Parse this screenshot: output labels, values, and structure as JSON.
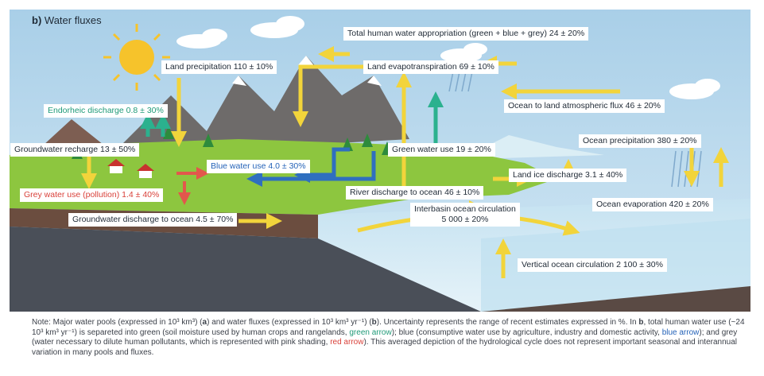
{
  "panel": {
    "letter": "b)",
    "title": "Water fluxes"
  },
  "labels": {
    "total_human": "Total human water appropriation (green + blue + grey)  24 ± 20%",
    "land_precip": "Land precipitation 110 ± 10%",
    "land_evapo": "Land evapotranspiration 69 ± 10%",
    "endorheic": "Endorheic discharge 0.8 ± 30%",
    "ocean_to_land": "Ocean to land atmospheric flux 46 ± 20%",
    "gw_recharge": "Groundwater recharge 13 ± 50%",
    "green_water": "Green water use 19 ± 20%",
    "ocean_precip": "Ocean precipitation 380 ± 20%",
    "blue_water": "Blue water use 4.0 ± 30%",
    "land_ice": "Land ice discharge 3.1 ± 40%",
    "grey_water": "Grey water use (pollution) 1.4 ± 40%",
    "river_discharge": "River discharge to ocean 46 ± 10%",
    "interbasin_1": "Interbasin ocean circulation",
    "interbasin_2": "5 000 ± 20%",
    "ocean_evap": "Ocean evaporation 420 ± 20%",
    "gw_discharge": "Groundwater discharge to ocean 4.5 ± 70%",
    "vertical_ocean": "Vertical ocean circulation 2 100 ± 30%"
  },
  "note": {
    "l1a": "Note: Major water pools (expressed in 10³ km³) (",
    "a": "a",
    "l1b": ") and water fluxes (expressed in 10³ km³ yr⁻¹) (",
    "b": "b",
    "l1c": "). Uncertainty represents the range of recent estimates expressed in %. In ",
    "b2": "b",
    "l2": ", total human water use (~24 10³ km³ yr⁻¹) is separeted into green (soil moisture used by human crops and rangelands, ",
    "green_arrow": "green arrow",
    "l3": "); blue (consumptive water use by agriculture, industry and domestic activity, ",
    "blue_arrow": "blue arrow",
    "l4": "); and grey (water necessary to dilute human pollutants, which is represented with pink shading, ",
    "red_arrow": "red arrow",
    "l5": "). This averaged depiction of the hydrological cycle does not represent important seasonal and interannual variation in many pools and fluxes."
  },
  "colors": {
    "sky": "#bcd9ec",
    "ocean": "#cfe6f2",
    "land_green": "#8dc63f",
    "mountain": "#6e6b6a",
    "yellow_arrow": "#f2d43b",
    "green_arrow": "#2bb18e",
    "blue_arrow": "#2f6fbf",
    "red_arrow": "#e2574c",
    "sun": "#f6c32b"
  }
}
